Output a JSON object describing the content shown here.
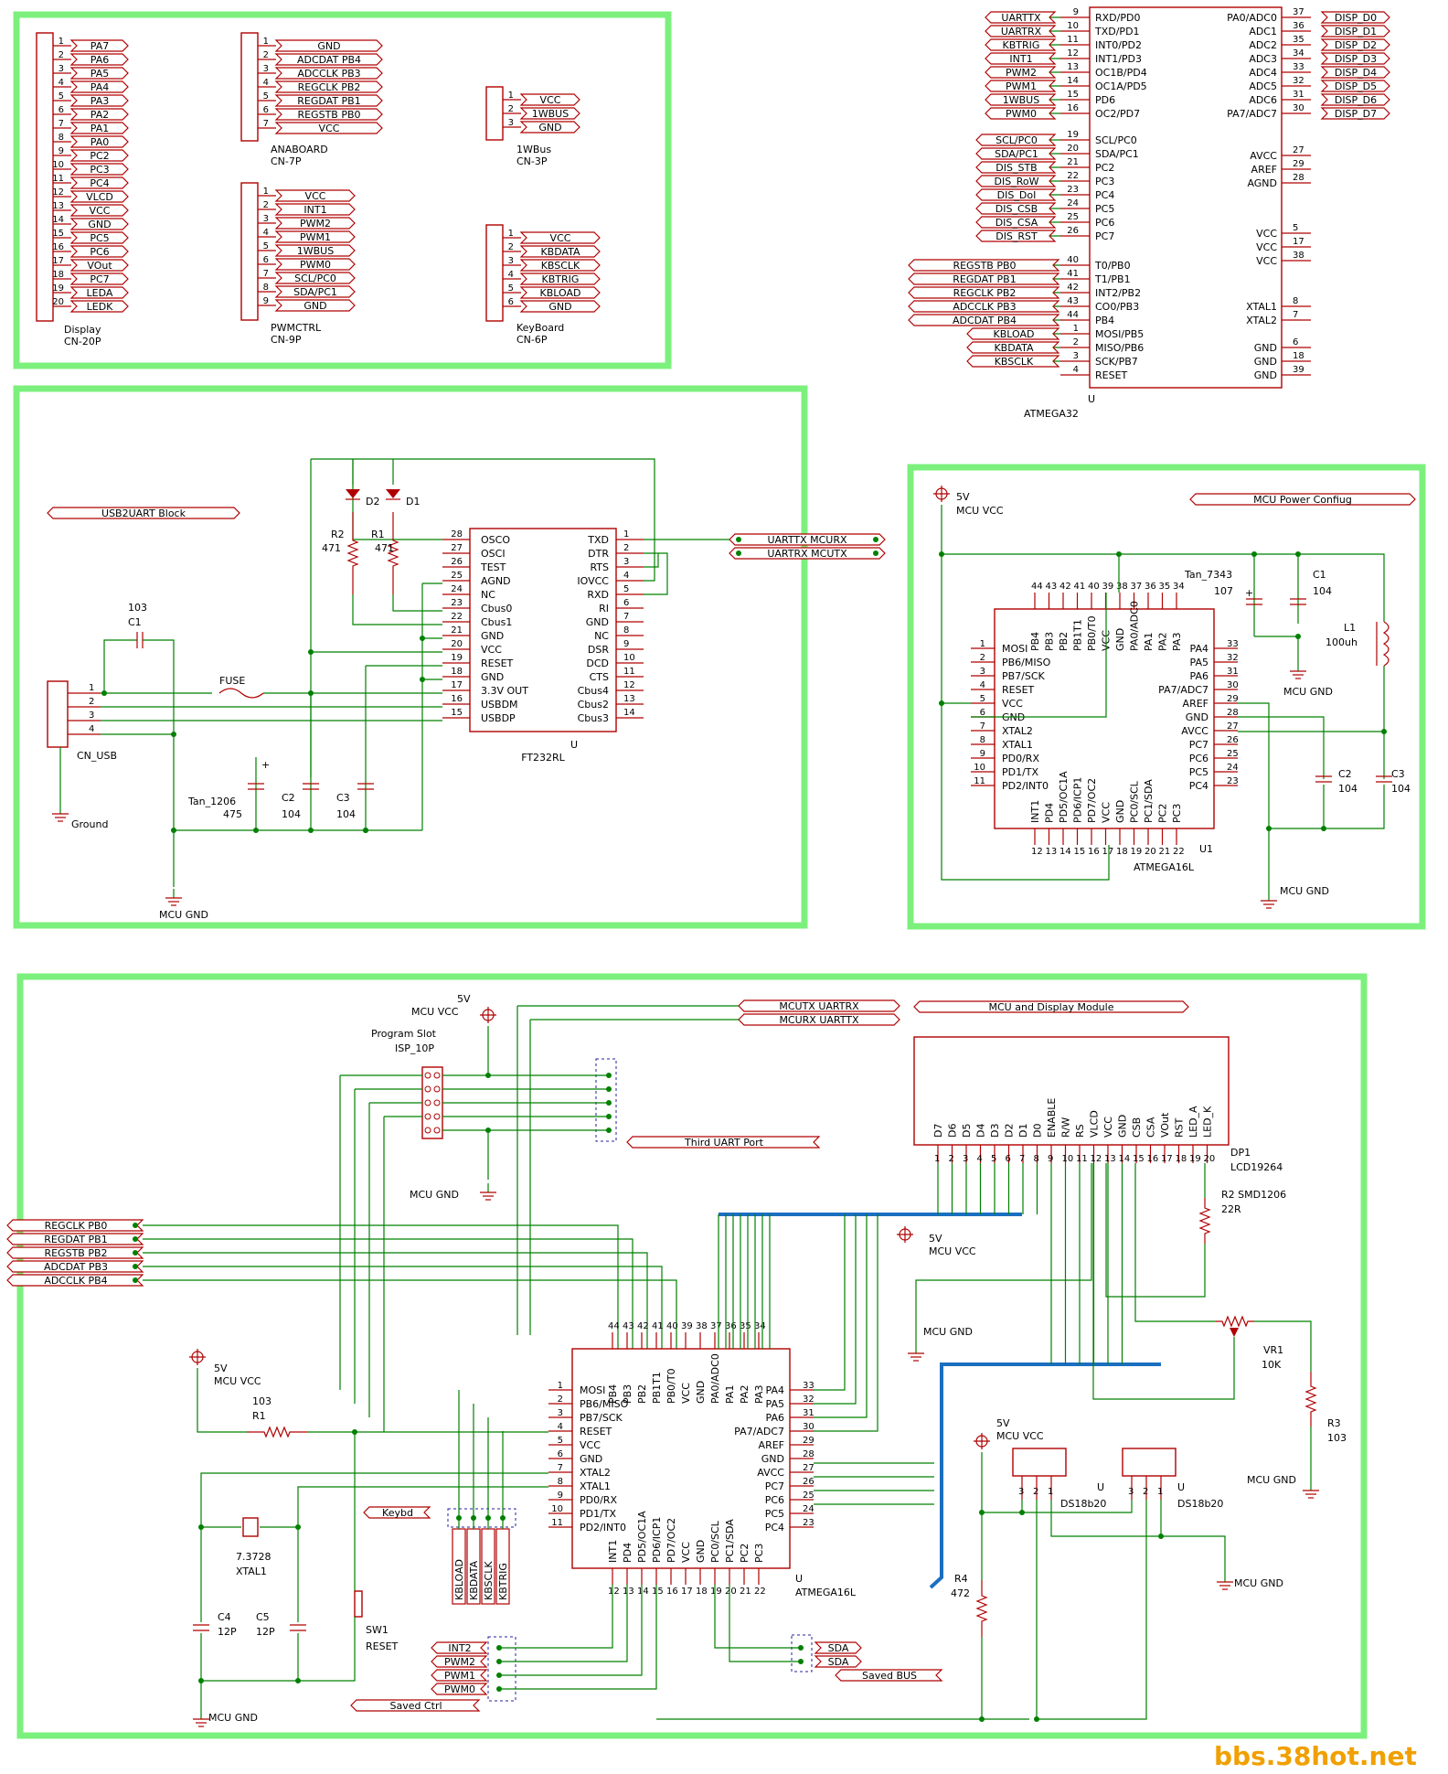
{
  "connectors": {
    "display": {
      "name": "Display",
      "ref": "CN-20P",
      "pins": [
        "PA7",
        "PA6",
        "PA5",
        "PA4",
        "PA3",
        "PA2",
        "PA1",
        "PA0",
        "PC2",
        "PC3",
        "PC4",
        "VLCD",
        "VCC",
        "GND",
        "PC5",
        "PC6",
        "VOut",
        "PC7",
        "LEDA",
        "LEDK"
      ]
    },
    "anaboard": {
      "name": "ANABOARD",
      "ref": "CN-7P",
      "pins": [
        "GND",
        "ADCDAT PB4",
        "ADCCLK PB3",
        "REGCLK PB2",
        "REGDAT PB1",
        "REGSTB PB0",
        "VCC"
      ]
    },
    "pwmctrl": {
      "name": "PWMCTRL",
      "ref": "CN-9P",
      "pins": [
        "VCC",
        "INT1",
        "PWM2",
        "PWM1",
        "1WBUS",
        "PWM0",
        "SCL/PC0",
        "SDA/PC1",
        "GND"
      ]
    },
    "onewbus": {
      "name": "1WBus",
      "ref": "CN-3P",
      "pins": [
        "VCC",
        "1WBUS",
        "GND"
      ]
    },
    "keyboard": {
      "name": "KeyBoard",
      "ref": "CN-6P",
      "pins": [
        "VCC",
        "KBDATA",
        "KBSCLK",
        "KBTRIG",
        "KBLOAD",
        "GND"
      ]
    }
  },
  "atmega32": {
    "name": "ATMEGA32",
    "ref": "U",
    "left": [
      {
        "n": "9",
        "p": "RXD/PD0",
        "net": "UARTTX"
      },
      {
        "n": "10",
        "p": "TXD/PD1",
        "net": "UARTRX"
      },
      {
        "n": "11",
        "p": "INT0/PD2",
        "net": "KBTRIG"
      },
      {
        "n": "12",
        "p": "INT1/PD3",
        "net": "INT1"
      },
      {
        "n": "13",
        "p": "OC1B/PD4",
        "net": "PWM2"
      },
      {
        "n": "14",
        "p": "OC1A/PD5",
        "net": "PWM1"
      },
      {
        "n": "15",
        "p": "PD6",
        "net": "1WBUS"
      },
      {
        "n": "16",
        "p": "OC2/PD7",
        "net": "PWM0"
      },
      {
        "n": "19",
        "p": "SCL/PC0",
        "net": "SCL/PC0"
      },
      {
        "n": "20",
        "p": "SDA/PC1",
        "net": "SDA/PC1"
      },
      {
        "n": "21",
        "p": "PC2",
        "net": "DIS_STB"
      },
      {
        "n": "22",
        "p": "PC3",
        "net": "DIS_RoW"
      },
      {
        "n": "23",
        "p": "PC4",
        "net": "DIS_DoI"
      },
      {
        "n": "24",
        "p": "PC5",
        "net": "DIS_CSB"
      },
      {
        "n": "25",
        "p": "PC6",
        "net": "DIS_CSA"
      },
      {
        "n": "26",
        "p": "PC7",
        "net": "DIS_RST"
      },
      {
        "n": "40",
        "p": "T0/PB0",
        "net": "REGSTB PB0"
      },
      {
        "n": "41",
        "p": "T1/PB1",
        "net": "REGDAT PB1"
      },
      {
        "n": "42",
        "p": "INT2/PB2",
        "net": "REGCLK PB2"
      },
      {
        "n": "43",
        "p": "CO0/PB3",
        "net": "ADCCLK PB3"
      },
      {
        "n": "44",
        "p": "PB4",
        "net": "ADCDAT PB4"
      },
      {
        "n": "1",
        "p": "MOSI/PB5",
        "net": "KBLOAD"
      },
      {
        "n": "2",
        "p": "MISO/PB6",
        "net": "KBDATA"
      },
      {
        "n": "3",
        "p": "SCK/PB7",
        "net": "KBSCLK"
      },
      {
        "n": "4",
        "p": "RESET",
        "net": ""
      }
    ],
    "right": [
      {
        "n": "37",
        "p": "PA0/ADC0",
        "net": "DISP_D0"
      },
      {
        "n": "36",
        "p": "ADC1",
        "net": "DISP_D1"
      },
      {
        "n": "35",
        "p": "ADC2",
        "net": "DISP_D2"
      },
      {
        "n": "34",
        "p": "ADC3",
        "net": "DISP_D3"
      },
      {
        "n": "33",
        "p": "ADC4",
        "net": "DISP_D4"
      },
      {
        "n": "32",
        "p": "ADC5",
        "net": "DISP_D5"
      },
      {
        "n": "31",
        "p": "ADC6",
        "net": "DISP_D6"
      },
      {
        "n": "30",
        "p": "PA7/ADC7",
        "net": "DISP_D7"
      },
      {
        "n": "27",
        "p": "AVCC",
        "net": ""
      },
      {
        "n": "29",
        "p": "AREF",
        "net": ""
      },
      {
        "n": "28",
        "p": "AGND",
        "net": ""
      },
      {
        "n": "5",
        "p": "VCC",
        "net": ""
      },
      {
        "n": "17",
        "p": "VCC",
        "net": ""
      },
      {
        "n": "38",
        "p": "VCC",
        "net": ""
      },
      {
        "n": "8",
        "p": "XTAL1",
        "net": ""
      },
      {
        "n": "7",
        "p": "XTAL2",
        "net": ""
      },
      {
        "n": "6",
        "p": "GND",
        "net": ""
      },
      {
        "n": "18",
        "p": "GND",
        "net": ""
      },
      {
        "n": "39",
        "p": "GND",
        "net": ""
      }
    ]
  },
  "usb": {
    "block_label": "USB2UART Block",
    "ft": {
      "name": "FT232RL",
      "ref": "U",
      "left": [
        {
          "n": "28",
          "p": "OSCO"
        },
        {
          "n": "27",
          "p": "OSCI"
        },
        {
          "n": "26",
          "p": "TEST"
        },
        {
          "n": "25",
          "p": "AGND"
        },
        {
          "n": "24",
          "p": "NC"
        },
        {
          "n": "23",
          "p": "Cbus0"
        },
        {
          "n": "22",
          "p": "Cbus1"
        },
        {
          "n": "21",
          "p": "GND"
        },
        {
          "n": "20",
          "p": "VCC"
        },
        {
          "n": "19",
          "p": "RESET"
        },
        {
          "n": "18",
          "p": "GND"
        },
        {
          "n": "17",
          "p": "3.3V OUT"
        },
        {
          "n": "16",
          "p": "USBDM"
        },
        {
          "n": "15",
          "p": "USBDP"
        }
      ],
      "right": [
        {
          "n": "1",
          "p": "TXD"
        },
        {
          "n": "2",
          "p": "DTR"
        },
        {
          "n": "3",
          "p": "RTS"
        },
        {
          "n": "4",
          "p": "IOVCC"
        },
        {
          "n": "5",
          "p": "RXD"
        },
        {
          "n": "6",
          "p": "RI"
        },
        {
          "n": "7",
          "p": "GND"
        },
        {
          "n": "8",
          "p": "NC"
        },
        {
          "n": "9",
          "p": "DSR"
        },
        {
          "n": "10",
          "p": "DCD"
        },
        {
          "n": "11",
          "p": "CTS"
        },
        {
          "n": "12",
          "p": "Cbus4"
        },
        {
          "n": "13",
          "p": "Cbus2"
        },
        {
          "n": "14",
          "p": "Cbus3"
        }
      ]
    },
    "nets": [
      "UARTTX MCURX",
      "UARTRX MCUTX"
    ],
    "c1": {
      "ref": "C1",
      "val": "103"
    },
    "c2": {
      "ref": "C2",
      "val": "104"
    },
    "c3": {
      "ref": "C3",
      "val": "104"
    },
    "tan": {
      "ref": "Tan_1206",
      "val": "475"
    },
    "r1": {
      "ref": "R1",
      "val": "471"
    },
    "r2": {
      "ref": "R2",
      "val": "471"
    },
    "d1": "D1",
    "d2": "D2",
    "fuse": "FUSE",
    "conn": "CN_USB",
    "ground": "Ground",
    "mcugnd": "MCU GND"
  },
  "power": {
    "block_label": "MCU Power Confiug",
    "vcc5": "5V",
    "mcuvcc": "MCU VCC",
    "mcugnd": "MCU GND",
    "tan": {
      "ref": "Tan_7343",
      "val": "107"
    },
    "c1": {
      "ref": "C1",
      "val": "104"
    },
    "c2": {
      "ref": "C2",
      "val": "104"
    },
    "c3": {
      "ref": "C3",
      "val": "104"
    },
    "l1": {
      "ref": "L1",
      "val": "100uh"
    },
    "u": {
      "name": "ATMEGA16L",
      "ref": "U1",
      "top": [
        {
          "n": "44",
          "p": "PB4"
        },
        {
          "n": "43",
          "p": "PB3"
        },
        {
          "n": "42",
          "p": "PB2"
        },
        {
          "n": "41",
          "p": "PB1T1"
        },
        {
          "n": "40",
          "p": "PB0/T0"
        },
        {
          "n": "39",
          "p": "VCC"
        },
        {
          "n": "38",
          "p": "GND"
        },
        {
          "n": "37",
          "p": "PA0/ADC0"
        },
        {
          "n": "36",
          "p": "PA1"
        },
        {
          "n": "35",
          "p": "PA2"
        },
        {
          "n": "34",
          "p": "PA3"
        }
      ],
      "left": [
        {
          "n": "1",
          "p": "MOSI"
        },
        {
          "n": "2",
          "p": "PB6/MISO"
        },
        {
          "n": "3",
          "p": "PB7/SCK"
        },
        {
          "n": "4",
          "p": "RESET"
        },
        {
          "n": "5",
          "p": "VCC"
        },
        {
          "n": "6",
          "p": "GND"
        },
        {
          "n": "7",
          "p": "XTAL2"
        },
        {
          "n": "8",
          "p": "XTAL1"
        },
        {
          "n": "9",
          "p": "PD0/RX"
        },
        {
          "n": "10",
          "p": "PD1/TX"
        },
        {
          "n": "11",
          "p": "PD2/INT0"
        }
      ],
      "right": [
        {
          "n": "33",
          "p": "PA4"
        },
        {
          "n": "32",
          "p": "PA5"
        },
        {
          "n": "31",
          "p": "PA6"
        },
        {
          "n": "30",
          "p": "PA7/ADC7"
        },
        {
          "n": "29",
          "p": "AREF"
        },
        {
          "n": "28",
          "p": "GND"
        },
        {
          "n": "27",
          "p": "AVCC"
        },
        {
          "n": "26",
          "p": "PC7"
        },
        {
          "n": "25",
          "p": "PC6"
        },
        {
          "n": "24",
          "p": "PC5"
        },
        {
          "n": "23",
          "p": "PC4"
        }
      ],
      "bottom": [
        {
          "n": "12",
          "p": "INT1"
        },
        {
          "n": "13",
          "p": "PD4"
        },
        {
          "n": "14",
          "p": "PD5/OC1A"
        },
        {
          "n": "15",
          "p": "PD6/ICP1"
        },
        {
          "n": "16",
          "p": "PD7/OC2"
        },
        {
          "n": "17",
          "p": "VCC"
        },
        {
          "n": "18",
          "p": "GND"
        },
        {
          "n": "19",
          "p": "PC0/SCL"
        },
        {
          "n": "20",
          "p": "PC1/SDA"
        },
        {
          "n": "21",
          "p": "PC2"
        },
        {
          "n": "22",
          "p": "PC3"
        }
      ]
    }
  },
  "mcu": {
    "block_label": "MCU and Display Module",
    "vcc5": "5V",
    "mcuvcc": "MCU VCC",
    "mcugnd": "MCU GND",
    "isp": {
      "name": "Program Slot",
      "ref": "ISP_10P"
    },
    "third_uart": "Third UART Port",
    "nets_top": [
      "MCUTX UARTRX",
      "MCURX UARTTX"
    ],
    "left_nets": [
      "REGCLK PB0",
      "REGDAT PB1",
      "REGSTB PB2",
      "ADCDAT PB3",
      "ADCCLK PB4"
    ],
    "keybd": "Keybd",
    "kb_nets": [
      "KBLOAD",
      "KBDATA",
      "KBSCLK",
      "KBTRIG"
    ],
    "saved_ctrl": {
      "label": "Saved Ctrl",
      "nets": [
        "INT2",
        "PWM2",
        "PWM1",
        "PWM0"
      ]
    },
    "saved_bus": {
      "label": "Saved BUS",
      "nets": [
        "SDA",
        "SDA"
      ]
    },
    "r1": {
      "ref": "R1",
      "val": "103"
    },
    "xtal": {
      "ref": "XTAL1",
      "val": "7.3728"
    },
    "c4": {
      "ref": "C4",
      "val": "12P"
    },
    "c5": {
      "ref": "C5",
      "val": "12P"
    },
    "sw": {
      "ref": "SW1",
      "val": "RESET"
    },
    "r2": {
      "ref": "R2 SMD1206",
      "val": "22R"
    },
    "vr1": {
      "ref": "VR1",
      "val": "10K"
    },
    "r3": {
      "ref": "R3",
      "val": "103"
    },
    "r4": {
      "ref": "R4",
      "val": "472"
    },
    "ds": {
      "ref": "U",
      "val": "DS18b20"
    },
    "lcd": {
      "ref": "DP1",
      "val": "LCD19264",
      "pins": [
        "D7",
        "D6",
        "D5",
        "D4",
        "D3",
        "D2",
        "D1",
        "D0",
        "ENABLE",
        "R/W",
        "RS",
        "VLCD",
        "VCC",
        "GND",
        "CSB",
        "CSA",
        "VOut",
        "RST",
        "LED_A",
        "LED_K"
      ]
    },
    "u": {
      "name": "ATMEGA16L",
      "ref": "U"
    }
  },
  "watermark": "bbs.38hot.net"
}
